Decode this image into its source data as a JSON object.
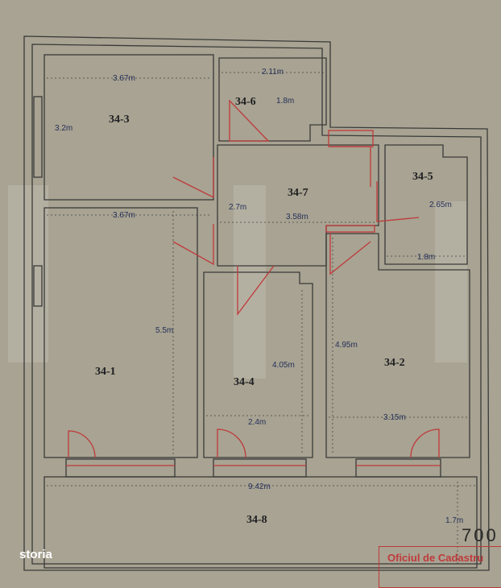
{
  "rooms": [
    {
      "id": "34-3",
      "w": "3.67m",
      "h": "3.2m"
    },
    {
      "id": "34-6",
      "w": "2.11m",
      "h": "1.8m"
    },
    {
      "id": "34-7",
      "w": "3.58m",
      "h": "2.7m"
    },
    {
      "id": "34-5",
      "w": "1.8m",
      "h": "2.65m"
    },
    {
      "id": "34-1",
      "w": "3.67m",
      "h": "5.5m"
    },
    {
      "id": "34-4",
      "w": "2.4m",
      "h": "4.05m"
    },
    {
      "id": "34-2",
      "w": "3.15m",
      "h": "4.95m"
    },
    {
      "id": "34-8",
      "w": "9.42m",
      "h": "1.7m"
    }
  ],
  "stamp_text": "Oficiul de Cadastru",
  "margin_number": "700",
  "brand": "storia",
  "colors": {
    "background": "#a8a392",
    "walls": "#3a3a3a",
    "doors": "#c0393b",
    "dims": "#26305a"
  }
}
